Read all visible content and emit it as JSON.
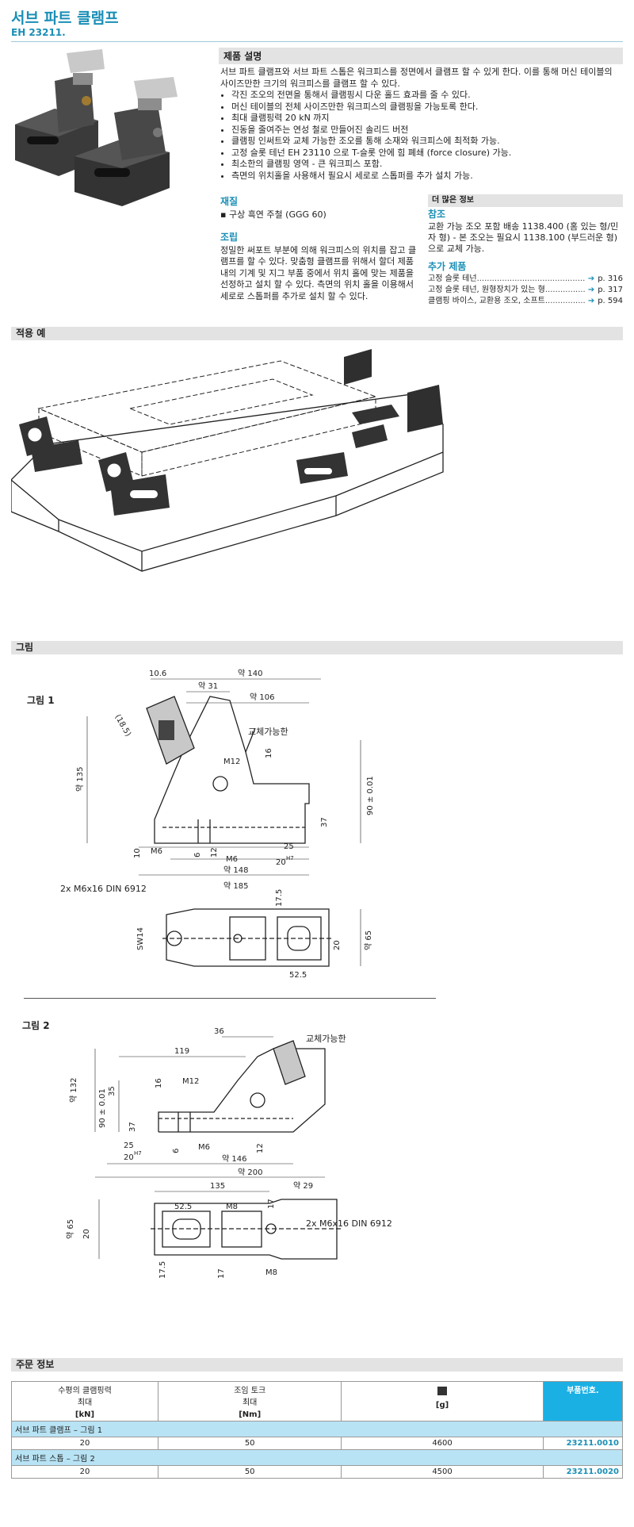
{
  "header": {
    "title": "서브 파트 클램프",
    "code": "EH 23211."
  },
  "description": {
    "heading": "제품 설명",
    "intro": "서브 파트 클램프와 서브 파트 스톱은 워크피스를 정면에서 클램프 할 수 있게 한다. 이를 통해 머신 테이블의 사이즈만한 크기의 워크피스를 클램프 할 수 있다.",
    "bullets": [
      "각진 조오의 전면을 통해서 클램핑시 다운 홀드 효과를 줄 수 있다.",
      "머신 테이블의 전체 사이즈만한 워크피스의 클램핑을 가능토록 한다.",
      "최대 클램핑력 20 kN 까지",
      "진동을 줄여주는 연성 철로 만들어진 솔리드 버전",
      "클램핑 인써트와 교체 가능한 조오를 통해 소재와 워크피스에 최적화 가능.",
      "고정 슬롯 테넌 EH 23110 으로 T-슬롯 안에 힘 폐쇄 (force closure) 가능.",
      "최소한의 클램핑 영역 - 큰 워크피스 포함.",
      "측면의 위치홀을 사용해서 필요시 세로로 스톱퍼를 추가 설치 가능."
    ]
  },
  "material": {
    "heading": "재질",
    "items": [
      "구상 흑연 주철 (GGG 60)"
    ]
  },
  "assembly": {
    "heading": "조립",
    "text": "정밀한 써포트 부분에 의해 워크피스의 위치를 잡고 클램프를 할 수 있다. 맞춤형 클램프를 위해서 할더 제품 내의 기계 및 지그 부품 중에서 위치 홀에 맞는 제품을 선정하고 설치 할 수 있다. 측면의 위치 홀을 이용해서 세로로 스톱퍼를 추가로 설치 할 수 있다."
  },
  "more_info": {
    "heading": "더 많은 정보",
    "reference_heading": "참조",
    "reference_text": "교환 가능 조오 포함 배송 1138.400 (홈 있는 형/민자 형) - 본 조오는 필요시 1138.100 (부드러운 형)으로 교체 가능.",
    "additional_heading": "추가 제품",
    "additional": [
      {
        "label": "고정 슬롯 테넌",
        "page": "p. 316"
      },
      {
        "label": "고정 슬롯 테넌, 원형장치가 있는 형",
        "page": "p. 317"
      },
      {
        "label": "클램핑 바이스, 교환용 조오, 소프트",
        "page": "p. 594"
      }
    ]
  },
  "sections": {
    "application": "적용 예",
    "drawings": "그림",
    "order": "주문 정보"
  },
  "drawings": {
    "fig1_label": "그림 1",
    "fig2_label": "그림 2",
    "replaceable": "교체가능한",
    "screw": "2x M6x16 DIN 6912",
    "fig1_dims": {
      "d106": "10.6",
      "d140": "약 140",
      "d31": "약 31",
      "d106b": "약 106",
      "d185": "(18.5)",
      "m12": "M12",
      "d16": "16",
      "d135": "약 135",
      "d90": "90 ± 0.01",
      "d37": "37",
      "d10": "10",
      "m6a": "M6",
      "d6": "6",
      "d12": "12",
      "m6b": "M6",
      "d25": "25",
      "d20h7": "20",
      "h7": "H7",
      "d148": "약 148",
      "d185w": "약 185",
      "d175": "17.5",
      "sw14": "SW14",
      "d20h7b": "20",
      "d65": "약 65",
      "d525": "52.5"
    },
    "fig2_dims": {
      "d36": "36",
      "d119": "119",
      "d16": "16",
      "m12": "M12",
      "d132": "약 132",
      "d35": "35",
      "d90": "90 ± 0.01",
      "d37": "37",
      "m6": "M6",
      "d6": "6",
      "d12": "12",
      "d25": "25",
      "d20h7": "20",
      "h7": "H7",
      "d146": "약 146",
      "d200": "약 200",
      "d135": "135",
      "d29": "약 29",
      "d525": "52.5",
      "m8a": "M8",
      "d17": "17",
      "d65": "약 65",
      "d20b": "20",
      "d175": "17.5",
      "d17b": "17",
      "m8b": "M8"
    }
  },
  "order_table": {
    "headers": [
      {
        "title": "수평의 클램핑력",
        "sub": "최대",
        "unit": "[kN]"
      },
      {
        "title": "조임 토크",
        "sub": "최대",
        "unit": "[Nm]"
      },
      {
        "title": "",
        "sub": "",
        "unit": "[g]"
      },
      {
        "title": "부품번호.",
        "sub": "",
        "unit": ""
      }
    ],
    "groups": [
      {
        "name": "서브 파트 클램프 – 그림 1",
        "row": [
          "20",
          "50",
          "4600",
          "23211.0010"
        ]
      },
      {
        "name": "서브 파트 스톱 – 그림 2",
        "row": [
          "20",
          "50",
          "4500",
          "23211.0020"
        ]
      }
    ]
  }
}
